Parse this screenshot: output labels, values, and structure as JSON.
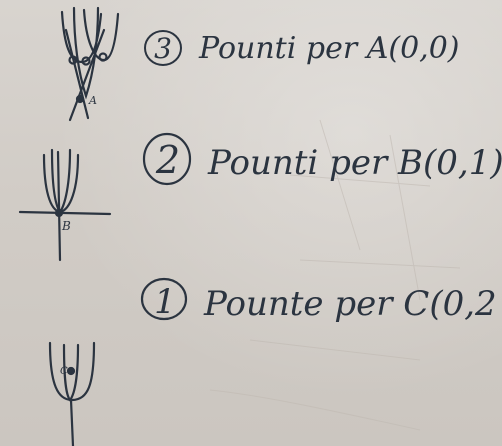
{
  "note": {
    "items": [
      {
        "number": "3",
        "text": "Pounti per A(0,0)",
        "point_label": "A"
      },
      {
        "number": "2",
        "text": "Pounti per B(0,1)",
        "point_label": "B"
      },
      {
        "number": "1",
        "text": "Pounte per C(0,2",
        "point_label": "C"
      }
    ]
  },
  "colors": {
    "ink": "#2b3440",
    "paper": "#d3cec8"
  }
}
